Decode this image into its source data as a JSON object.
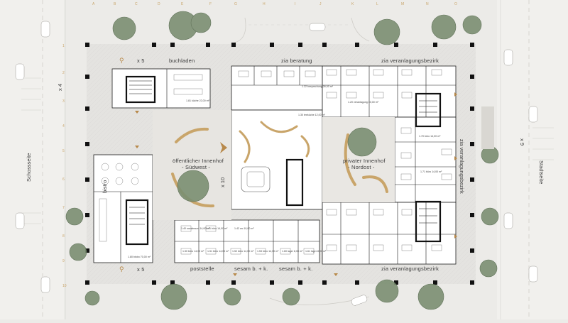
{
  "grid_letters": [
    "A",
    "B",
    "C",
    "D",
    "E",
    "F",
    "G",
    "H",
    "I",
    "J",
    "K",
    "L",
    "M",
    "N",
    "O"
  ],
  "grid_numbers": [
    "1",
    "2",
    "3",
    "4",
    "5",
    "6",
    "7",
    "8",
    "9",
    "10"
  ],
  "labels": {
    "buchladen": "buchladen",
    "zia_beratung": "zia beratung",
    "zia_veranlagungsbezirk_top": "zia veranlagungsbezirk",
    "zia_veranlagungsbezirk_right": "zia veranlagungsbezirk",
    "zia_veranlagungsbezirk_bottom": "zia veranlagungsbezirk",
    "bistro": "bistro",
    "poststelle": "poststelle",
    "sesam_1": "sesam b. + k.",
    "sesam_2": "sesam b. + k.",
    "oeff_innenhof_1": "öffentlicher Innenhof",
    "oeff_innenhof_2": "- Südwest -",
    "priv_innenhof_1": "privater Innenhof",
    "priv_innenhof_2": "- Nordost -",
    "schosseite": "Schossseite",
    "stadtseite": "Stadtseite",
    "bike_top": "x 5",
    "bike_bottom": "x 5",
    "bike_center": "x 10",
    "car_left": "x 4",
    "car_right": "x 9"
  },
  "room_tags": [
    "1.40\nsozialraum\n14,00 m²",
    "1.41\nbüro\n14,00 m²",
    "1.42\nwc\n10,00 m²",
    "1.22\nbesprechung\n26,00 m²",
    "1.20\nveranlagung\n30,00 m²",
    "1.30\nteeküche\n12,00 m²",
    "1.50\nbüro\n14,00 m²",
    "1.51\nbüro\n14,00 m²",
    "1.52\nbüro\n14,00 m²",
    "1.53\nbüro\n14,00 m²",
    "1.60\nlager\n8,00 m²",
    "1.61\nlager\n8,00 m²",
    "1.70\nbüro\n14,00 m²",
    "1.71\nbüro\n14,00 m²",
    "1.80\nbistro\n70,00 m²",
    "1.81\nküche\n22,00 m²"
  ],
  "colors": {
    "accent": "#b8894a",
    "background": "#ecebe8",
    "building": "#ffffff",
    "wall": "#1c1c1c",
    "tree": "#6f8466"
  }
}
